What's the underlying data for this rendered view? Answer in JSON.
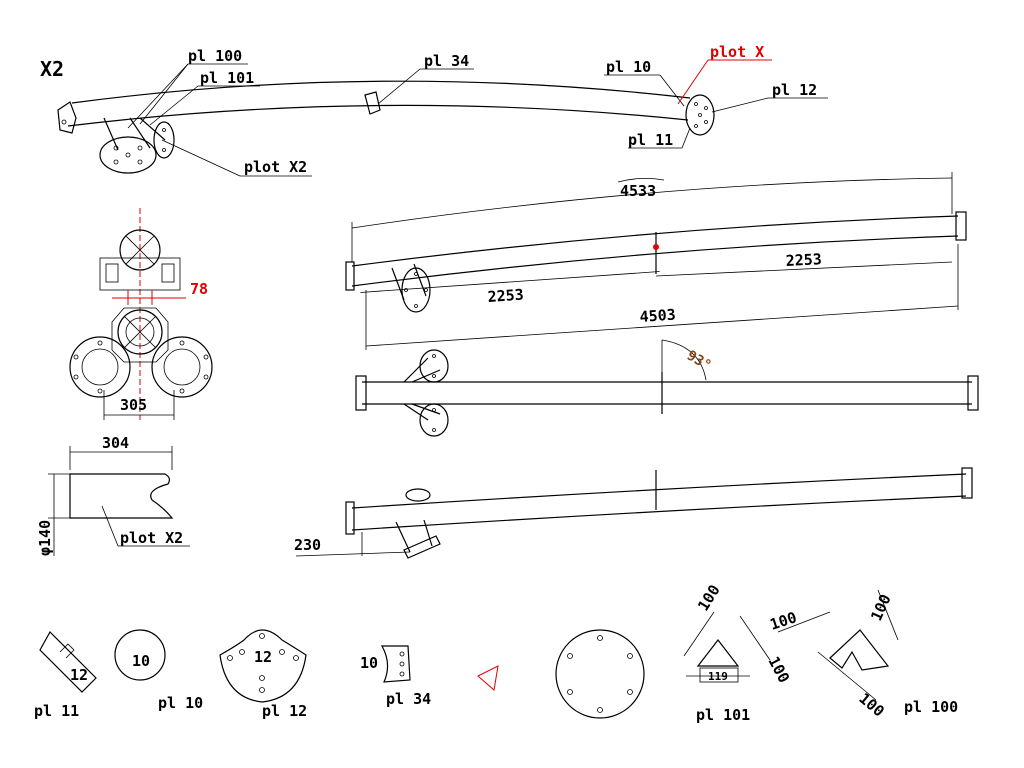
{
  "title": "X2",
  "isometric_labels": {
    "pl100": "pl 100",
    "pl101": "pl 101",
    "pl34": "pl 34",
    "pl10": "pl 10",
    "plotX": "plot X",
    "pl12": "pl 12",
    "pl11": "pl 11",
    "plotX2": "plot X2"
  },
  "end_view": {
    "offset": "78",
    "width": "305"
  },
  "cut_view": {
    "length": "304",
    "diameter": "φ140",
    "label": "plot X2"
  },
  "side_view": {
    "arc_length": "4533",
    "half_left": "2253",
    "half_right": "2253",
    "chord_length": "4503"
  },
  "top_view": {
    "angle": "93°"
  },
  "elevation_view": {
    "offset": "230"
  },
  "plates": {
    "pl11": {
      "mark": "12",
      "name": "pl 11"
    },
    "pl10": {
      "mark": "10",
      "name": "pl 10"
    },
    "pl12": {
      "mark": "12",
      "name": "pl 12"
    },
    "pl34": {
      "mark": "10",
      "name": "pl 34"
    },
    "pl101": {
      "dim_side_a": "100",
      "dim_side_b": "100",
      "dim_base": "119",
      "name": "pl 101"
    },
    "pl100": {
      "dim_a": "100",
      "dim_b": "100",
      "dim_c": "100",
      "name": "pl 100"
    }
  }
}
